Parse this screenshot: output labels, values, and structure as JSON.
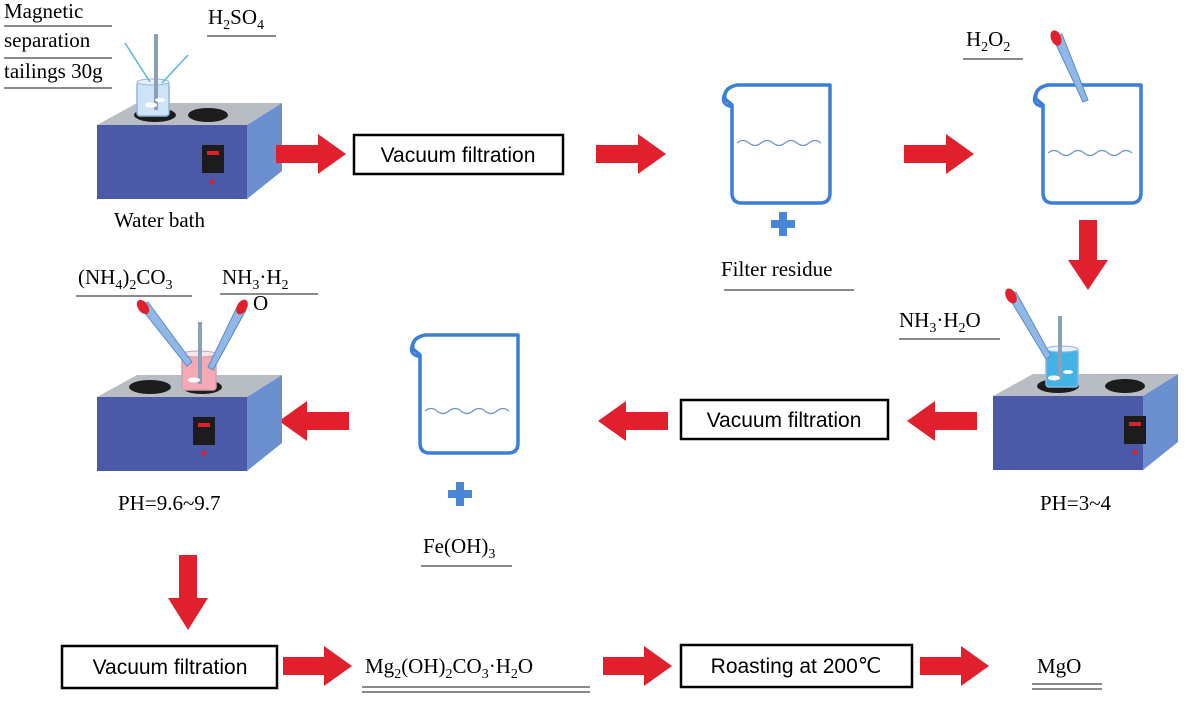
{
  "colors": {
    "arrow": "#e0202d",
    "beaker_outline": "#3b7fd6",
    "heater_top": "#b8bdc4",
    "heater_front": "#4a5aa8",
    "heater_side": "#6c8fd0",
    "plus": "#4a86d6",
    "acid_solution": "#cfe3f7",
    "ammonia_solution": "#43b3e6",
    "carbonate_solution": "#f4a9b4",
    "dropper_tip": "#e0202d",
    "display": "#1c1c1c"
  },
  "icons": [
    "water-bath-heater-icon",
    "beaker-icon",
    "dropper-icon",
    "plus-icon",
    "right-arrow-icon",
    "down-arrow-icon",
    "left-arrow-icon"
  ],
  "labels": {
    "tailings_line1": "Magnetic",
    "tailings_line2": "separation",
    "tailings_line3": "tailings  30g",
    "h2so4_main": "H",
    "h2so4_sub1": "2",
    "h2so4_mid": "SO",
    "h2so4_sub2": "4",
    "water_bath": "Water bath",
    "h2o2_main": "H",
    "h2o2_sub1": "2",
    "h2o2_mid": "O",
    "h2o2_sub2": "2",
    "filter_residue": "Filter  residue",
    "nh3h2o_right_a": "NH",
    "nh3h2o_right_sub": "3",
    "nh3h2o_right_b": "·H",
    "nh3h2o_right_sub2": "2",
    "nh3h2o_right_c": "O",
    "ph_right": "PH=3~4",
    "fe_oh3_a": "Fe(OH)",
    "fe_oh3_sub": "3",
    "carbonate_a": "(NH",
    "carbonate_sub1": "4",
    "carbonate_b": ")",
    "carbonate_sub2": "2",
    "carbonate_c": "CO",
    "carbonate_sub3": "3",
    "nh3h2o_left_a": "NH",
    "nh3h2o_left_sub": "3",
    "nh3h2o_left_b": "·H",
    "nh3h2o_left_sub2": "2",
    "nh3h2o_left_wrap": "O",
    "ph_left": "PH=9.6~9.7",
    "product_a": "Mg",
    "product_sub1": "2",
    "product_b": "(OH)",
    "product_sub2": "2",
    "product_c": "CO",
    "product_sub3": "3",
    "product_d": "·H",
    "product_sub4": "2",
    "product_e": "O",
    "mgo": "MgO"
  },
  "boxes": {
    "vacuum_1": "Vacuum filtration",
    "vacuum_2": "Vacuum filtration",
    "vacuum_3": "Vacuum filtration",
    "roasting": "Roasting at 200℃"
  }
}
